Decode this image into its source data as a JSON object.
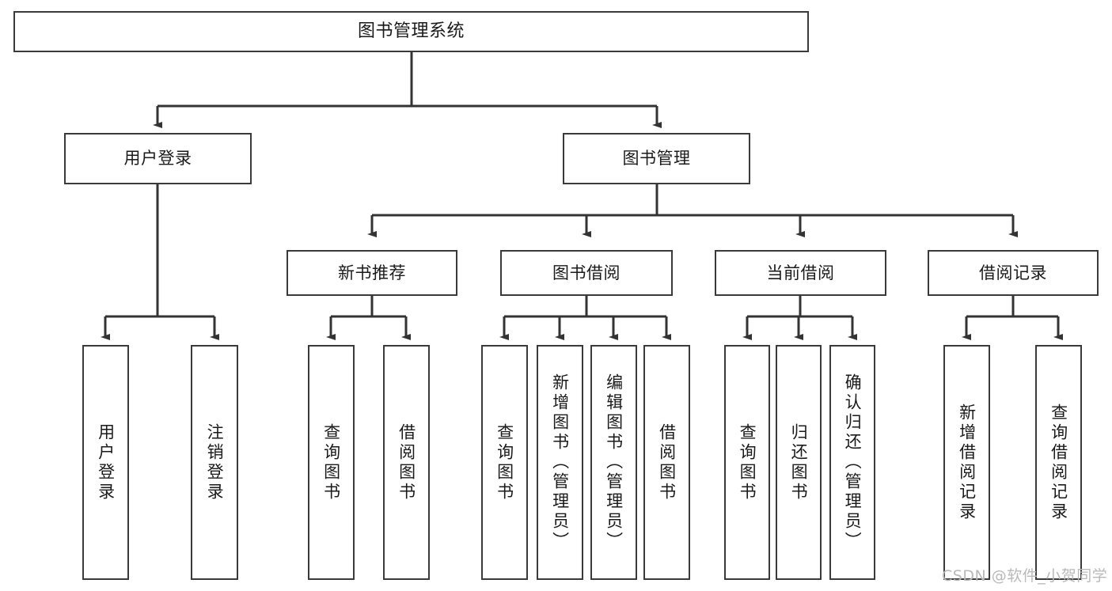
{
  "diagram": {
    "title": "图书管理系统",
    "type": "tree",
    "root": {
      "label": "图书管理系统"
    },
    "level2": [
      {
        "label": "用户登录"
      },
      {
        "label": "图书管理"
      }
    ],
    "level3": [
      {
        "label": "新书推荐"
      },
      {
        "label": "图书借阅"
      },
      {
        "label": "当前借阅"
      },
      {
        "label": "借阅记录"
      }
    ],
    "leaves": {
      "user_login": [
        {
          "label": "用户登录"
        },
        {
          "label": "注销登录"
        }
      ],
      "new_book_recommend": [
        {
          "label": "查询图书"
        },
        {
          "label": "借阅图书"
        }
      ],
      "book_borrow": [
        {
          "label": "查询图书"
        },
        {
          "label": "新增图书（管理员）"
        },
        {
          "label": "编辑图书（管理员）"
        },
        {
          "label": "借阅图书"
        }
      ],
      "current_borrow": [
        {
          "label": "查询图书"
        },
        {
          "label": "归还图书"
        },
        {
          "label": "确认归还（管理员）"
        }
      ],
      "borrow_record": [
        {
          "label": "新增借阅记录"
        },
        {
          "label": "查询借阅记录"
        }
      ]
    }
  },
  "watermark": {
    "text": "CSDN @软件_小贺同学"
  },
  "colors": {
    "box_border": "#3a3a3a",
    "box_fill": "#ffffff",
    "line": "#333333",
    "text": "#1a1a1a",
    "watermark": "#b9b9b9"
  }
}
